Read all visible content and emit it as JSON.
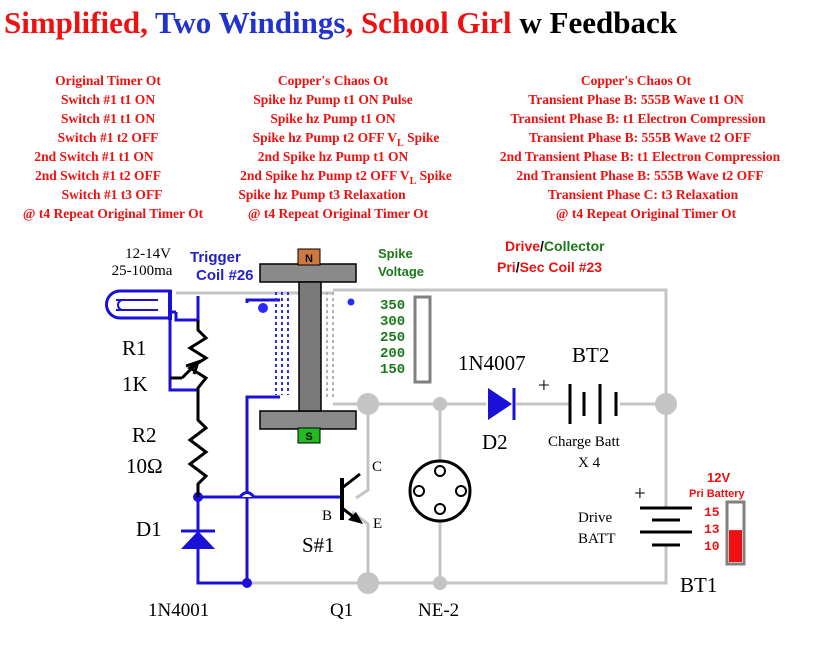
{
  "title": {
    "part1": "Simplified, ",
    "part2": "Two Windings",
    "part3": ", School Girl ",
    "part4": "w Feedback"
  },
  "colors": {
    "title_red": "#ee1111",
    "title_blue": "#2233cc",
    "wire_gray": "#c4c4c4",
    "wire_blue": "#1a10d8",
    "coil_blue": "#2a2aff",
    "core_gray": "#808080",
    "magnet_orange": "#d0793f",
    "magnet_green": "#22bb22",
    "volt_green": "#1a7a1a",
    "battery_red": "#ee1111"
  },
  "columns": [
    {
      "header": "Original Timer Ot",
      "lines": [
        "Switch #1 t1 ON",
        "Switch #1 t1 ON",
        "Switch #1 t2 OFF",
        "2nd Switch #1 t1 ON",
        "2nd Switch #1 t2 OFF",
        "Switch #1 t3 OFF",
        "@ t4 Repeat Original Timer Ot"
      ]
    },
    {
      "header": "Copper's Chaos Ot",
      "lines": [
        "Spike hz Pump t1 ON Pulse",
        "Spike hz Pump t1 ON",
        "Spike hz Pump t2 OFF V",
        "2nd Spike hz Pump t1 ON",
        "2nd Spike hz Pump t2 OFF V",
        "Spike hz Pump t3 Relaxation",
        "@ t4 Repeat Original Timer Ot"
      ],
      "subscript_suffix": "L",
      "spike_word": " Spike"
    },
    {
      "header": "Copper's Chaos Ot",
      "lines": [
        "Transient Phase B: 555B Wave t1 ON",
        "Transient Phase B: t1 Electron Compression",
        "Transient Phase B: 555B Wave t2 OFF",
        "2nd Transient Phase B: t1 Electron Compression",
        "2nd Transient Phase B: 555B Wave t2 OFF",
        "Transient Phase C: t3 Relaxation",
        "@ t4 Repeat Original Timer Ot"
      ]
    }
  ],
  "labels": {
    "lamp_voltage": "12-14V",
    "lamp_current": "25-100ma",
    "trigger_coil_1": "Trigger",
    "trigger_coil_2": "Coil #26",
    "magnet_north": "N",
    "magnet_south": "S",
    "spike_voltage_1": "Spike",
    "spike_voltage_2": "Voltage",
    "drive_word": "Drive",
    "collector_word": "Collector",
    "pri_word": "Pri",
    "sec_coil_word": "Sec Coil #23",
    "slash": "/",
    "r1": "R1",
    "r1_value": "1K",
    "r2": "R2",
    "r2_value": "10Ω",
    "d1": "D1",
    "d1_part": "1N4001",
    "d2_part": "1N4007",
    "d2": "D2",
    "bt2": "BT2",
    "charge_batt": "Charge Batt",
    "charge_count": "X 4",
    "plus_bt2": "+",
    "plus_bt1": "+",
    "drive_batt_1": "Drive",
    "drive_batt_2": "BATT",
    "bt1": "BT1",
    "transistor_c": "C",
    "transistor_b": "B",
    "transistor_e": "E",
    "switch_name": "S#1",
    "q1": "Q1",
    "ne2": "NE-2",
    "pri_volts": "12V",
    "pri_battery": "Pri Battery"
  },
  "spike_scale": [
    "350",
    "300",
    "250",
    "200",
    "150"
  ],
  "battery_scale": [
    "15",
    "13",
    "10"
  ],
  "battery_gauge_fill": 0.55
}
